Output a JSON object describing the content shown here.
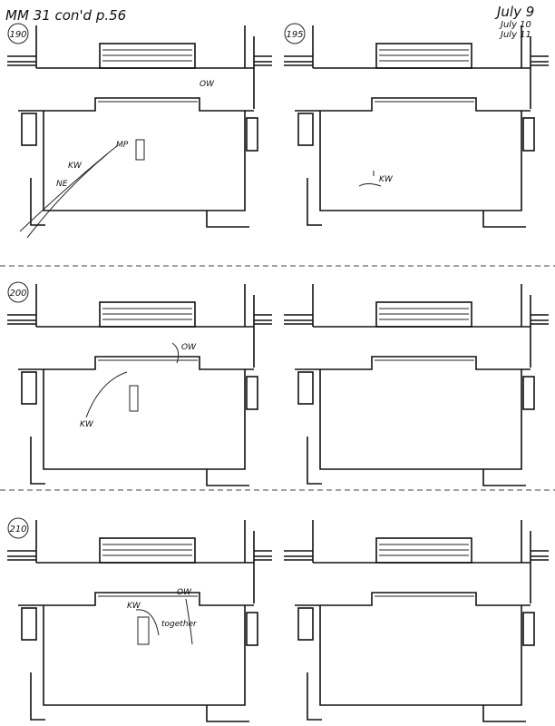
{
  "header": {
    "title": "MM 31 con'd p.56",
    "dates": [
      "July 9",
      "July 10",
      "July 11"
    ]
  },
  "panels": [
    {
      "number": "190",
      "annotations": [
        "OW",
        "KW",
        "NE",
        "MP"
      ]
    },
    {
      "number": "195",
      "annotations": [
        "KW"
      ]
    },
    {
      "number": "200",
      "annotations": [
        "OW",
        "KW"
      ]
    },
    {
      "number": "",
      "annotations": []
    },
    {
      "number": "210",
      "annotations": [
        "KW",
        "OW",
        "together"
      ]
    },
    {
      "number": "",
      "annotations": []
    }
  ]
}
